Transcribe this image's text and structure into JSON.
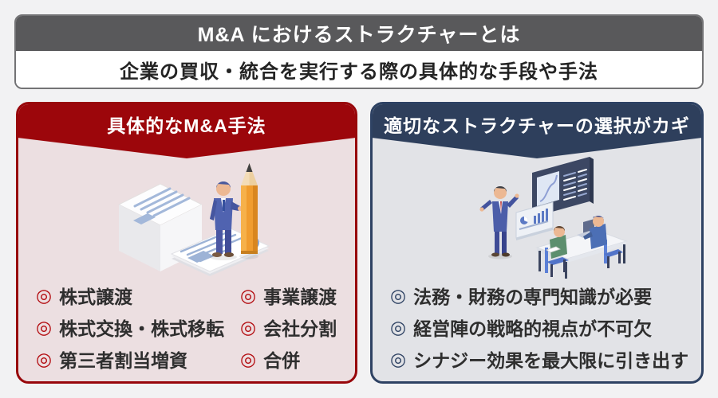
{
  "header": {
    "title": "M&A におけるストラクチャーとは",
    "subtitle": "企業の買収・統合を実行する際の具体的な手段や手法"
  },
  "left_panel": {
    "title": "具体的なM&A手法",
    "bullet_glyph": "◎",
    "items": [
      [
        "株式譲渡",
        "事業譲渡"
      ],
      [
        "株式交換・株式移転",
        "会社分割"
      ],
      [
        "第三者割当増資",
        "合併"
      ]
    ]
  },
  "right_panel": {
    "title": "適切なストラクチャーの選択がカギ",
    "bullet_glyph": "◎",
    "items": [
      "法務・財務の専門知識が必要",
      "経営陣の戦略的視点が不可欠",
      "シナジー効果を最大限に引き出す"
    ]
  },
  "illustrations": {
    "left": "businessman-pencil-documents-illustration",
    "right": "presentation-meeting-illustration"
  },
  "colors": {
    "page_bg": "#f2f2f3",
    "header_band": "#59595b",
    "accent_red": "#9c060b",
    "accent_navy": "#2e3f5c",
    "left_body": "#ecdfe1",
    "right_body": "#e2e3e7",
    "bullet_red": "#b30c10",
    "bullet_navy": "#2e4263",
    "text": "#2e2e2e"
  }
}
